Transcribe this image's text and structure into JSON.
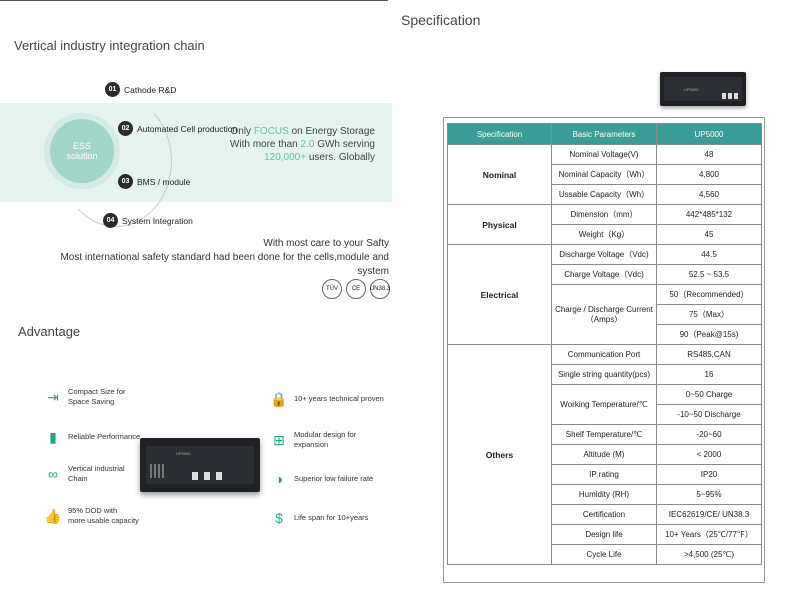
{
  "integration": {
    "title": "Vertical industry integration chain",
    "center_line1": "ESS",
    "center_line2": "solution",
    "steps": [
      {
        "num": "01",
        "label": "Cathode R&D"
      },
      {
        "num": "02",
        "label": "Automated Cell production"
      },
      {
        "num": "03",
        "label": "BMS / module"
      },
      {
        "num": "04",
        "label": "System Integration"
      }
    ],
    "focus_pre": "Only ",
    "focus_word": "FOCUS",
    "focus_post": " on Energy Storage",
    "gwh_pre": "With more than ",
    "gwh_value": "2.0",
    "gwh_post": " GWh serving",
    "users_value": "120,000+",
    "users_post": " users. Globally",
    "safety_line1": "With most care to your Safty",
    "safety_line2": "Most international safety standard had been done for the cells,module and system",
    "badges": [
      "TÜV",
      "CE",
      "UN38.3"
    ]
  },
  "advantage": {
    "title": "Advantage",
    "left": [
      {
        "icon": "compact-size-icon",
        "glyph": "⇥",
        "line1": "Compact Size for",
        "line2": "Space Saving"
      },
      {
        "icon": "performance-icon",
        "glyph": "▮",
        "line1": "Reliable Performance",
        "line2": ""
      },
      {
        "icon": "chain-icon",
        "glyph": "∞",
        "line1": "Vertical industrial",
        "line2": "Chain"
      },
      {
        "icon": "thumbs-up-icon",
        "glyph": "👍",
        "line1": "95% DOD with",
        "line2": "more usable capacity"
      }
    ],
    "right": [
      {
        "icon": "lock-icon",
        "glyph": "🔒",
        "line1": "10+ years technical proven",
        "line2": ""
      },
      {
        "icon": "modular-icon",
        "glyph": "⊞",
        "line1": "Modular design for",
        "line2": "expansion"
      },
      {
        "icon": "low-failure-icon",
        "glyph": "◑",
        "line1": "Superior low failure rate",
        "line2": ""
      },
      {
        "icon": "money-bag-icon",
        "glyph": "$",
        "line1": "Life span for 10+years",
        "line2": ""
      }
    ],
    "device_label": "UP5000"
  },
  "spec": {
    "title": "Specification",
    "device_label": "UP5000",
    "headers": [
      "Specification",
      "Basic Parameters",
      "UP5000"
    ],
    "nominal": {
      "group": "Nominal",
      "rows": [
        [
          "Nominal Voltage(V)",
          "48"
        ],
        [
          "Nominal Capacity（Wh）",
          "4,800"
        ],
        [
          "Ussable Capacity（Wh）",
          "4,560"
        ]
      ]
    },
    "physical": {
      "group": "Physical",
      "rows": [
        [
          "Dimension（mm）",
          "442*485*132"
        ],
        [
          "Weight（Kg）",
          "45"
        ]
      ]
    },
    "electrical": {
      "group": "Electrical",
      "discharge_voltage": [
        "Discharge Voltage（Vdc)",
        "44.5"
      ],
      "charge_voltage": [
        "Charge Voltage（Vdc)",
        "52.5 ~ 53.5"
      ],
      "current_label1": "Charge / Discharge Current",
      "current_label2": "（Amps）",
      "current_values": [
        "50（Recommended）",
        "75（Max）",
        "90（Peak@15s)"
      ]
    },
    "others": {
      "group": "Others",
      "comm": [
        "Communication Port",
        "RS485,CAN"
      ],
      "single": [
        "Single string quantity(pcs)",
        "16"
      ],
      "working_label": "Working Temperature/℃",
      "working_values": [
        "0~50 Charge",
        "-10~50 Discharge"
      ],
      "rows": [
        [
          "Shelf Temperature/℃",
          "-20~60"
        ],
        [
          "Altitude (M)",
          "< 2000"
        ],
        [
          "IP rating",
          "IP20"
        ],
        [
          "Humidity (RH)",
          "5~95%"
        ],
        [
          "Certification",
          "IEC62619/CE/ UN38.3"
        ],
        [
          "Design life",
          "10+ Years（25℃/77℉）"
        ],
        [
          "Cycle Life",
          ">4,500 (25℃)"
        ]
      ]
    }
  }
}
